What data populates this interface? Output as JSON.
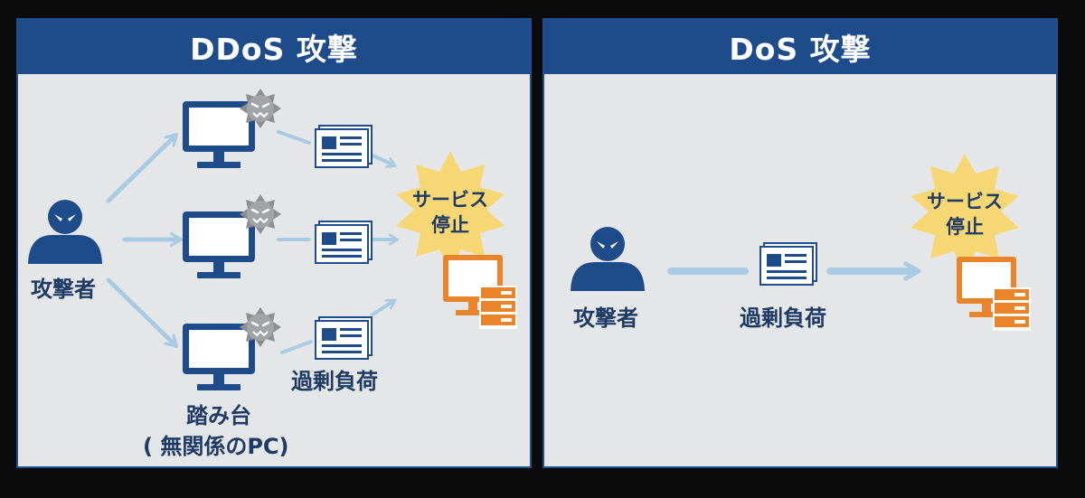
{
  "panels": {
    "ddos": {
      "title": "DDoS 攻撃",
      "attacker_label": "攻撃者",
      "zombie_label_line1": "踏み台",
      "zombie_label_line2": "( 無関係のPC)",
      "overload_label": "過剰負荷",
      "burst_line1": "サービス",
      "burst_line2": "停止"
    },
    "dos": {
      "title": "DoS 攻撃",
      "attacker_label": "攻撃者",
      "overload_label": "過剰負荷",
      "burst_line1": "サービス",
      "burst_line2": "停止"
    }
  },
  "colors": {
    "header": "#1e4c8a",
    "panel_bg": "#e5e6e8",
    "attacker": "#1e4c8a",
    "monitor": "#1e4c8a",
    "arrow": "#a9cae3",
    "burst": "#f7d774",
    "server": "#e9842a"
  },
  "icons": [
    "attacker-icon",
    "monitor-icon",
    "virus-icon",
    "document-icon",
    "server-icon",
    "burst-icon",
    "arrow-icon"
  ]
}
